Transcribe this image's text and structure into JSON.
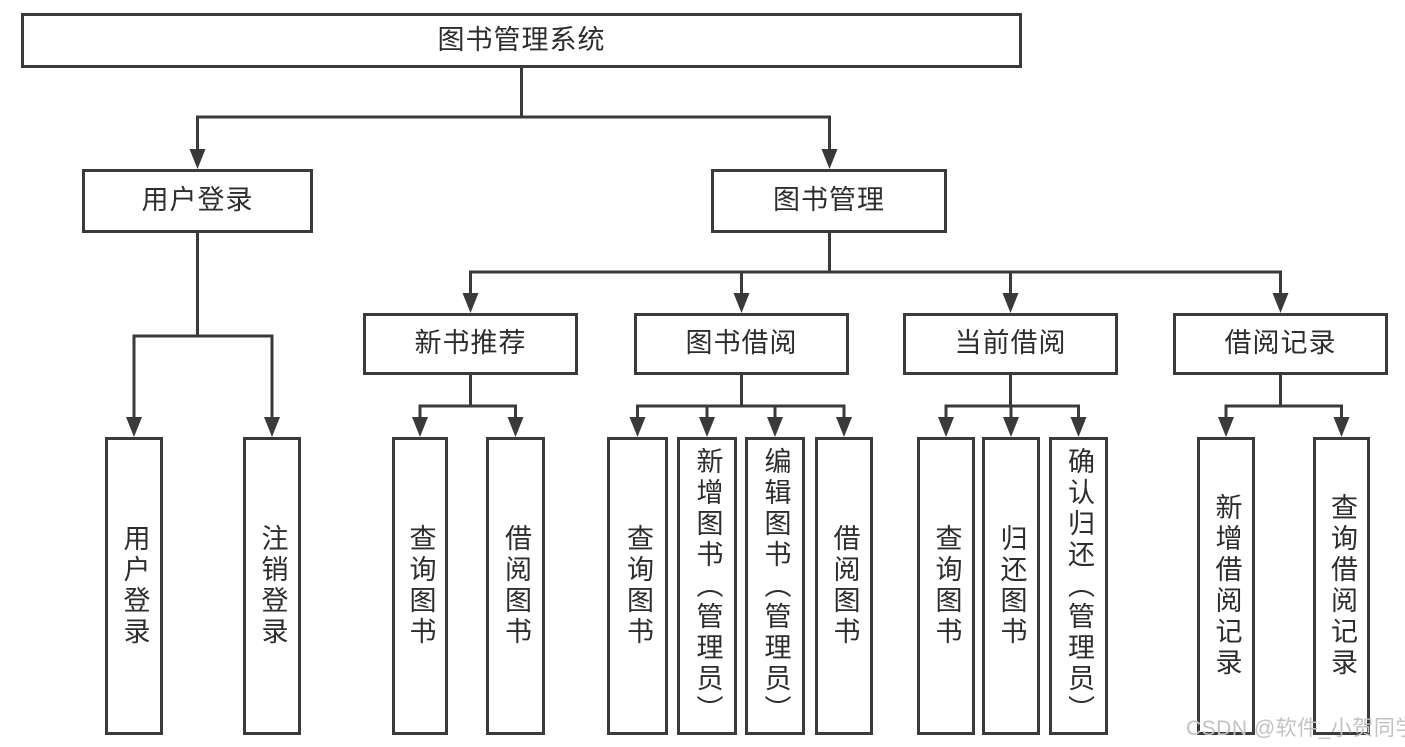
{
  "diagram": {
    "root": {
      "label": "图书管理系统"
    },
    "branches": [
      {
        "label": "用户登录",
        "children": [
          {
            "label": "用户登录"
          },
          {
            "label": "注销登录"
          }
        ]
      },
      {
        "label": "图书管理",
        "children": [
          {
            "label": "新书推荐",
            "children": [
              {
                "label": "查询图书"
              },
              {
                "label": "借阅图书"
              }
            ]
          },
          {
            "label": "图书借阅",
            "children": [
              {
                "label": "查询图书"
              },
              {
                "label": "新增图书（管理员）"
              },
              {
                "label": "编辑图书（管理员）"
              },
              {
                "label": "借阅图书"
              }
            ]
          },
          {
            "label": "当前借阅",
            "children": [
              {
                "label": "查询图书"
              },
              {
                "label": "归还图书"
              },
              {
                "label": "确认归还（管理员）"
              }
            ]
          },
          {
            "label": "借阅记录",
            "children": [
              {
                "label": "新增借阅记录"
              },
              {
                "label": "查询借阅记录"
              }
            ]
          }
        ]
      }
    ]
  },
  "watermark": {
    "text": "CSDN @软件_小贺同学",
    "color": "#c2c2c2"
  },
  "colors": {
    "line": "#3a3a3a",
    "box_border": "#3a3a3a",
    "text": "#2d2d2d",
    "background": "#ffffff"
  }
}
